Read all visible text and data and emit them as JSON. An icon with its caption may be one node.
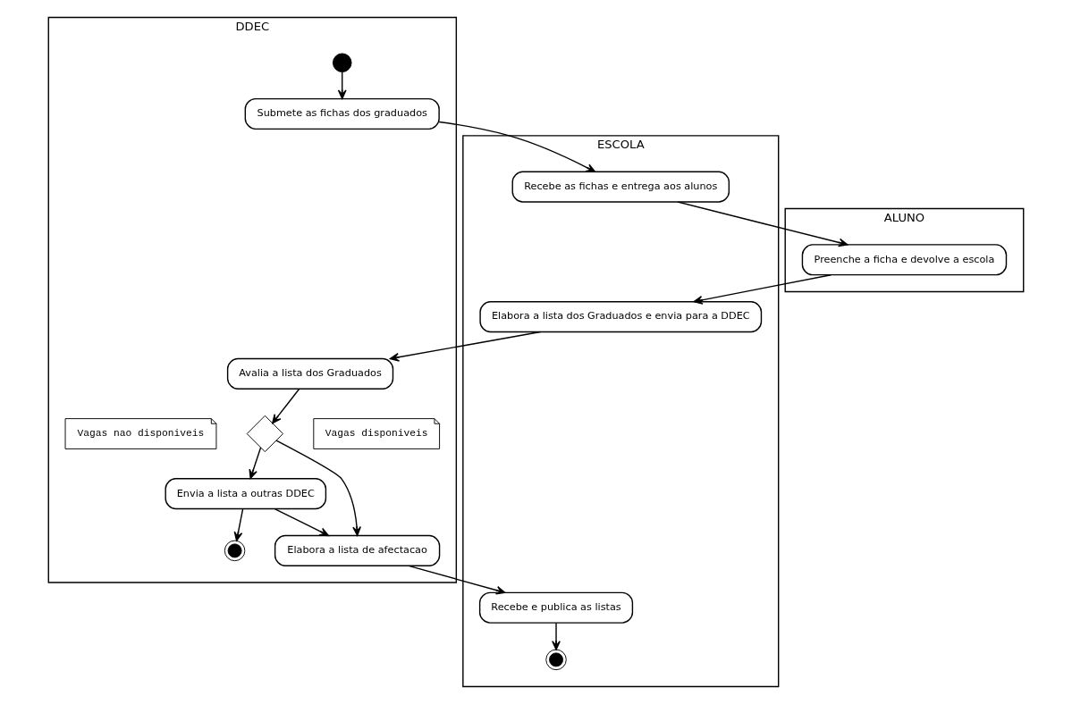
{
  "diagram": {
    "nodes": [
      {
        "text": [
          "DDEC"
        ]
      },
      {
        "text": [],
        "shape": "circle",
        "in": 0
      },
      {
        "text": [
          "Submete as fichas dos graduados"
        ],
        "in": 0
      },
      {
        "text": [
          "Avalia a lista dos Graduados"
        ],
        "in": 0
      },
      {
        "text": [],
        "shape": "diamond",
        "in": 0
      },
      {
        "text": [
          "Vagas nao disponiveis"
        ],
        "in": 0
      },
      {
        "text": [
          "Vagas disponiveis"
        ],
        "in": 0
      },
      {
        "text": [
          "Envia a lista a outras DDEC"
        ],
        "in": 0
      },
      {
        "text": [
          "Elabora a lista de afectacao"
        ],
        "in": 0
      },
      {
        "text": [],
        "shape": "target",
        "in": 0
      },
      {
        "text": [
          "ESCOLA"
        ]
      },
      {
        "text": [
          "Recebe as fichas e entrega aos alunos"
        ],
        "in": 10
      },
      {
        "text": [
          "Elabora a lista dos Graduados e envia para a DDEC"
        ],
        "in": 10
      },
      {
        "text": [
          "Recebe e publica as listas"
        ],
        "in": 10
      },
      {
        "text": [],
        "shape": "target",
        "in": 10
      },
      {
        "text": [
          "ALUNO"
        ]
      },
      {
        "text": [
          "Preenche a ficha e devolve a escola"
        ],
        "in": 15
      }
    ],
    "edges": [
      {
        "from": 1,
        "to": 2,
        "arrow": "to"
      },
      {
        "from": 2,
        "to": 11,
        "arrow": "to"
      },
      {
        "from": 11,
        "to": 16,
        "arrow": "to"
      },
      {
        "from": 16,
        "to": 12,
        "arrow": "to"
      },
      {
        "from": 12,
        "to": 3,
        "arrow": "to"
      },
      {
        "from": 3,
        "to": 4,
        "arrow": "to"
      },
      {
        "from": 4,
        "to": 7,
        "arrow": "to"
      },
      {
        "from": 4,
        "to": 8,
        "arrow": "to"
      },
      {
        "from": 7,
        "to": 8,
        "arrow": "to"
      },
      {
        "from": 8,
        "to": 13,
        "arrow": "to"
      },
      {
        "from": 7,
        "to": 9,
        "arrow": "to"
      },
      {
        "from": 13,
        "to": 14,
        "arrow": "to"
      }
    ]
  }
}
